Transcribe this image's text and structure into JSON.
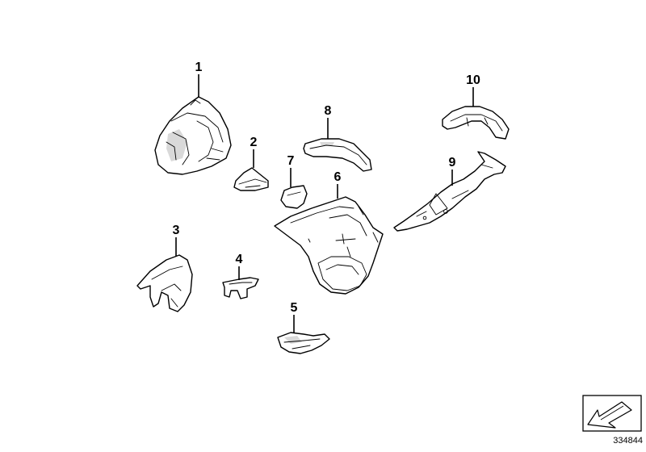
{
  "callouts": [
    {
      "id": 1,
      "label": "1"
    },
    {
      "id": 2,
      "label": "2"
    },
    {
      "id": 3,
      "label": "3"
    },
    {
      "id": 4,
      "label": "4"
    },
    {
      "id": 5,
      "label": "5"
    },
    {
      "id": 6,
      "label": "6"
    },
    {
      "id": 7,
      "label": "7"
    },
    {
      "id": 8,
      "label": "8"
    },
    {
      "id": 9,
      "label": "9"
    },
    {
      "id": 10,
      "label": "10"
    }
  ],
  "reference_number": "334844",
  "icons": {
    "direction_symbol": "arrow-left-down-icon"
  },
  "colors": {
    "line": "#000000",
    "background": "#ffffff",
    "shading": "#d9d9d9"
  }
}
